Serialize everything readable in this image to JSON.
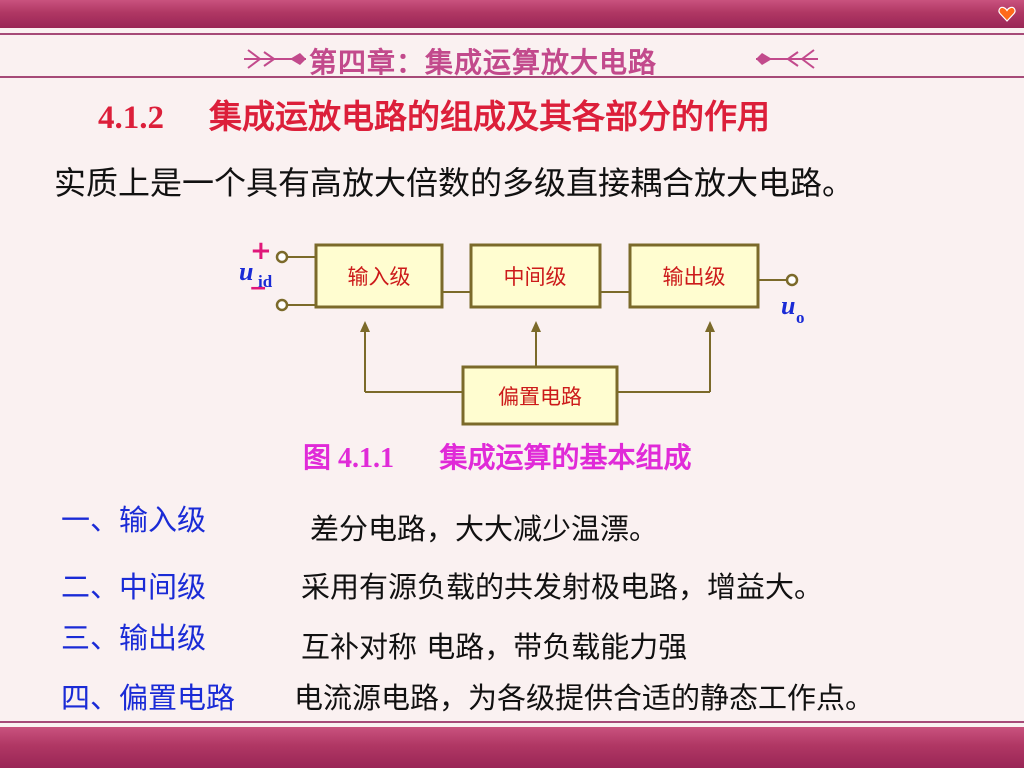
{
  "colors": {
    "band": "#b03764",
    "background": "#faf1f1",
    "section_title": "#dc1f3a",
    "caption": "#e02ad8",
    "item_label": "#1a2bd6",
    "block_border": "#7b6a2a",
    "block_fill": "#fffdd0",
    "block_text": "#cc1a1a"
  },
  "header": {
    "chapter_title": "第四章：集成运算放大电路"
  },
  "section": {
    "number": "4.1.2",
    "title": "集成运放电路的组成及其各部分的作用"
  },
  "intro": "实质上是一个具有高放大倍数的多级直接耦合放大电路。",
  "diagram": {
    "input_plus": "+",
    "input_minus": "−",
    "input_symbol": "u",
    "input_subscript": "id",
    "output_symbol": "u",
    "output_subscript": "o",
    "blocks": {
      "input_stage": "输入级",
      "middle_stage": "中间级",
      "output_stage": "输出级",
      "bias_circuit": "偏置电路"
    }
  },
  "caption": {
    "number": "图 4.1.1",
    "text": "集成运算的基本组成"
  },
  "items": [
    {
      "label": "一、输入级",
      "desc": "差分电路，大大减少温漂。"
    },
    {
      "label": "二、中间级",
      "desc": "采用有源负载的共发射极电路，增益大。"
    },
    {
      "label": "三、输出级",
      "desc": "互补对称 电路，带负载能力强"
    },
    {
      "label": "四、偏置电路",
      "desc": "电流源电路，为各级提供合适的静态工作点。"
    }
  ]
}
